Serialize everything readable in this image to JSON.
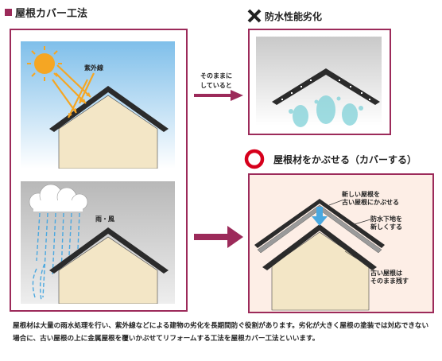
{
  "title": "屋根カバー工法",
  "left_panel": {
    "top_label": "紫外線",
    "bottom_label": "雨・風"
  },
  "arrow_caption": [
    "そのままに",
    "していると"
  ],
  "deterioration": {
    "title": "防水性能劣化"
  },
  "solution": {
    "title": "屋根材をかぶせる（カバーする）",
    "labels": {
      "new_roof": [
        "新しい屋根を",
        "古い屋根にかぶせる"
      ],
      "waterproof": [
        "防水下地を",
        "新しくする"
      ],
      "old_roof": [
        "古い屋根は",
        "そのまま残す"
      ]
    }
  },
  "description": "屋根材は大量の雨水処理を行い、紫外線などによる建物の劣化を長期間防ぐ役割があります。劣化が大きく屋根の塗装では対応できない場合に、古い屋根の上に金属屋根を覆いかぶせてリフォームする工法を屋根カバー工法といいます。",
  "colors": {
    "accent": "#9c2a5a",
    "wall": "#f3e6c6",
    "roof": "#2b2b2b",
    "sky": "#8fc7ec",
    "cross_mark": "#222222",
    "circle_mark": "#d6001c"
  }
}
